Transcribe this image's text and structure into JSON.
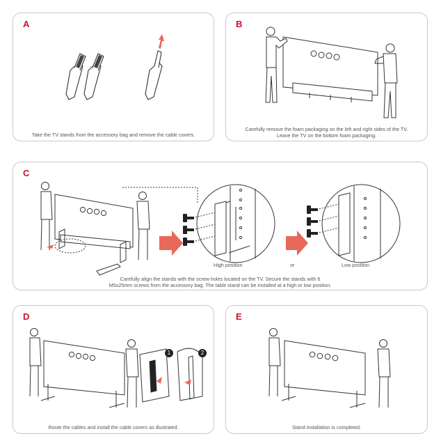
{
  "steps": {
    "a": {
      "letter": "A",
      "caption": "Take the TV stands from the accessory bag and remove the cable covers."
    },
    "b": {
      "letter": "B",
      "caption_line1": "Carefully remove the foam packaging on the left and right sides of the TV.",
      "caption_line2": "Leave the TV on the bottom foam packaging."
    },
    "c": {
      "letter": "C",
      "label_high": "High position",
      "label_or": "or",
      "label_low": "Low position",
      "caption_line1": "Carefully align the stands with the screw holes located on the TV. Secure the stands with 6",
      "caption_line2": "M5x25mm screws from the accessory bag. The table stand can be installed at a high or low position."
    },
    "d": {
      "letter": "D",
      "badge1": "1",
      "badge2": "2",
      "caption": "Route the cables and install the cable covers as illustrated."
    },
    "e": {
      "letter": "E",
      "caption": "Stand installation is completed."
    }
  },
  "colors": {
    "accent": "#c8102e",
    "arrow": "#e8685a",
    "line": "#333333",
    "border": "#c8c8c8"
  }
}
